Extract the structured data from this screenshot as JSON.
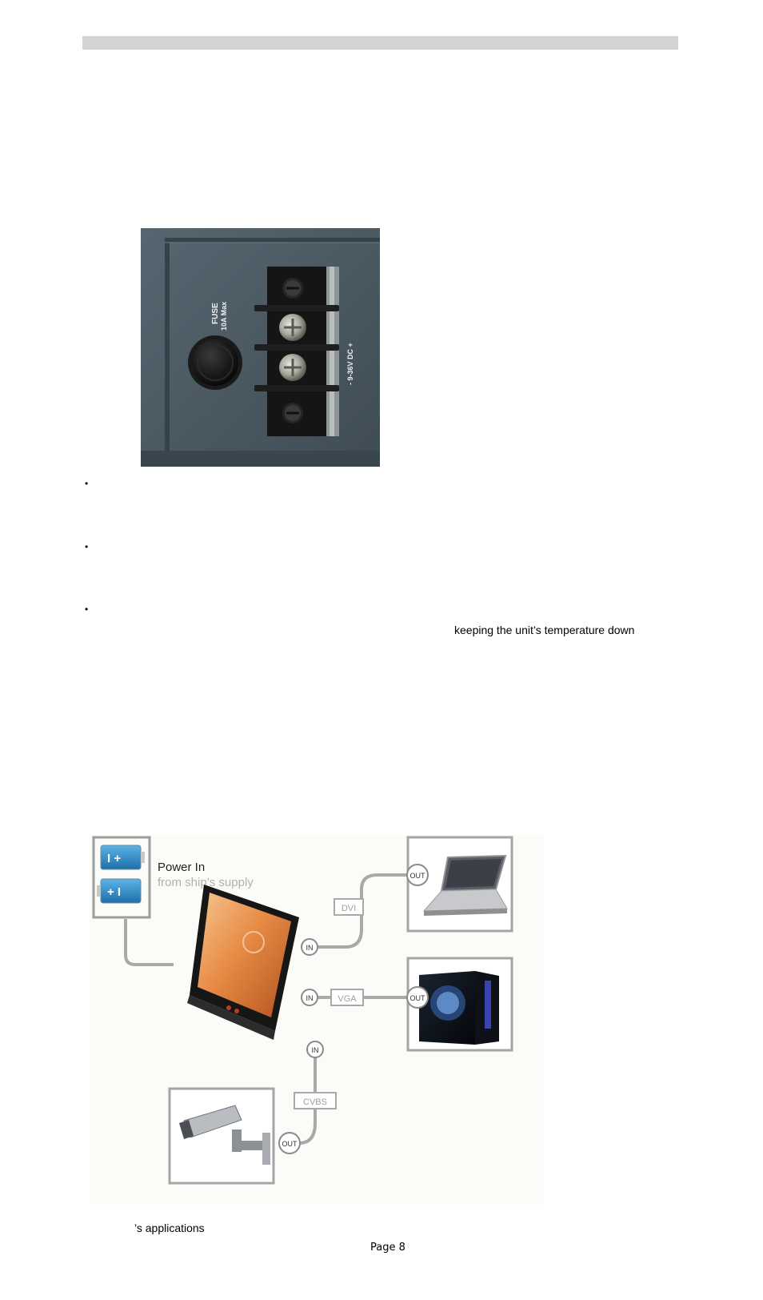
{
  "page": {
    "text_fragment_temperature": "keeping the unit’s temperature down",
    "text_fragment_applications": "’s applications",
    "page_number": "Page 8"
  },
  "bullets": [
    "•",
    "•",
    "•"
  ],
  "photo": {
    "fuse_label": "FUSE",
    "fuse_rating": "10A Max",
    "voltage_label": "-  9-36V DC  +"
  },
  "diagram": {
    "power_title": "Power In",
    "power_subtitle": "from ship’s supply",
    "battery_top_symbols": "I  +",
    "battery_bottom_symbols": "+  I",
    "dvi_label": "DVI",
    "vga_label": "VGA",
    "cvbs_label": "CVBS",
    "in_label": "IN",
    "out_label": "OUT"
  }
}
